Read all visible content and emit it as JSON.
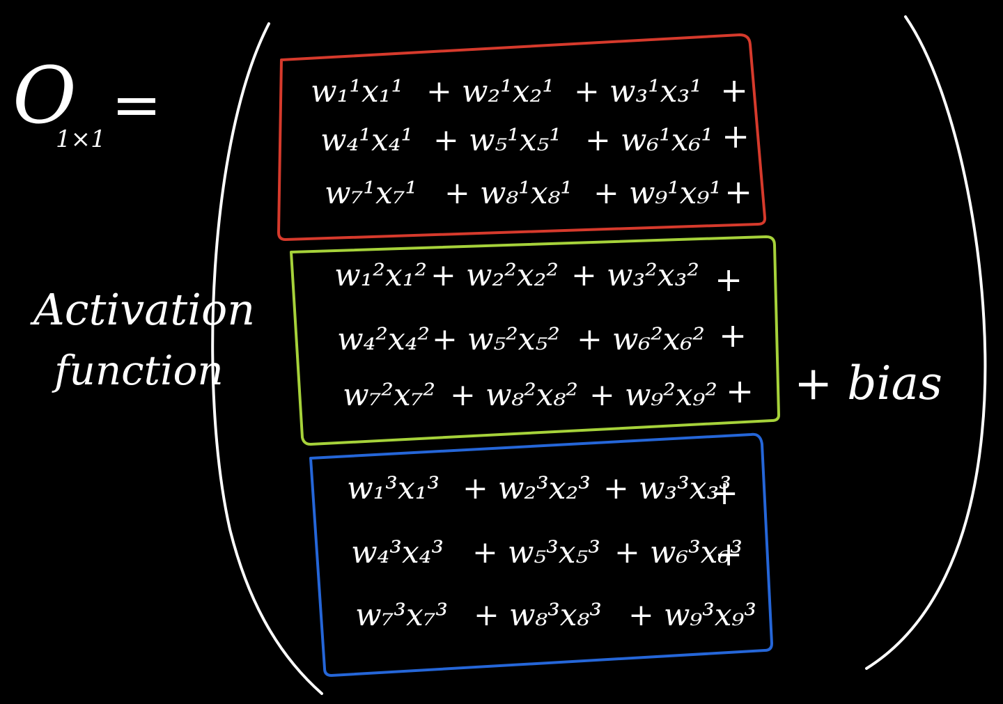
{
  "output": {
    "symbol": "O",
    "subscript": "1×1",
    "equals": "="
  },
  "activation": {
    "line1": "Activation",
    "line2": "function"
  },
  "plus_bias": "+ bias",
  "colors": {
    "background": "#000000",
    "ink": "#ffffff",
    "group1": "#d63a2c",
    "group2": "#a6d23a",
    "group3": "#2566d8"
  },
  "groups": [
    {
      "index": "1",
      "rows": [
        [
          "w₁¹x₁¹",
          "+ w₂¹x₂¹",
          "+ w₃¹x₃¹",
          "+"
        ],
        [
          "w₄¹x₄¹",
          "+ w₅¹x₅¹",
          "+ w₆¹x₆¹",
          "+"
        ],
        [
          "w₇¹x₇¹",
          "+ w₈¹x₈¹",
          "+ w₉¹x₉¹",
          "+"
        ]
      ]
    },
    {
      "index": "2",
      "rows": [
        [
          "w₁²x₁²",
          "+ w₂²x₂²",
          "+ w₃²x₃²",
          "+"
        ],
        [
          "w₄²x₄²",
          "+ w₅²x₅²",
          "+ w₆²x₆²",
          "+"
        ],
        [
          "w₇²x₇²",
          "+ w₈²x₈²",
          "+ w₉²x₉²",
          "+"
        ]
      ]
    },
    {
      "index": "3",
      "rows": [
        [
          "w₁³x₁³",
          "+ w₂³x₂³",
          "+ w₃³x₃³",
          "+"
        ],
        [
          "w₄³x₄³",
          "+ w₅³x₅³",
          "+ w₆³x₆³",
          "+"
        ],
        [
          "w₇³x₇³",
          "+ w₈³x₈³",
          "+ w₉³x₉³",
          ""
        ]
      ]
    }
  ]
}
